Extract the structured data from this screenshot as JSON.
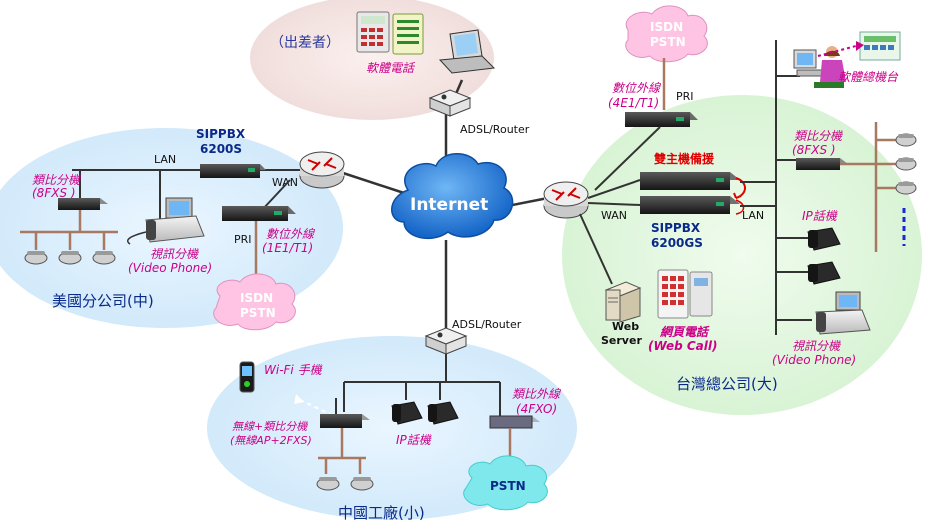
{
  "labels": {
    "traveler": "（出差者）",
    "softphone": "軟體電話",
    "adsl_top": "ADSL/Router",
    "adsl_bottom": "ADSL/Router",
    "internet": "Internet",
    "isdn_top_1": "ISDN",
    "isdn_top_2": "PSTN",
    "isdn_left_1": "ISDN",
    "isdn_left_2": "PSTN",
    "pstn_bottom": "PSTN",
    "pri_top_1": "數位外線",
    "pri_top_2": "(4E1/T1)",
    "pri_top_tag": "PRI",
    "pri_left_1": "數位外線",
    "pri_left_2": "(1E1/T1)",
    "pri_left_tag": "PRI",
    "softconsole": "軟體總機台",
    "analog_ext_right_1": "類比分機",
    "analog_ext_right_2": "(8FXS )",
    "ip_phone_right": "IP話機",
    "video_phone_right_1": "視訊分機",
    "video_phone_right_2": "(Video Phone)",
    "dual_host": "雙主機備援",
    "sippbx_right_1": "SIPPBX",
    "sippbx_right_2": "6200GS",
    "wan_right": "WAN",
    "lan_right": "LAN",
    "web_server_1": "Web",
    "web_server_2": "Server",
    "webcall_1": "網頁電話",
    "webcall_2": "(Web Call)",
    "taiwan": "台灣總公司(大)",
    "sippbx_left_1": "SIPPBX",
    "sippbx_left_2": "6200S",
    "lan_left": "LAN",
    "wan_left": "WAN",
    "pri_left_dev_tag": "PRI",
    "analog_ext_left_1": "類比分機",
    "analog_ext_left_2": "(8FXS )",
    "video_phone_left_1": "視訊分機",
    "video_phone_left_2": "(Video Phone)",
    "usa": "美國分公司(中)",
    "wifi_phone": "Wi-Fi 手機",
    "wireless_1": "無線+類比分機",
    "wireless_2": "(無線AP+2FXS)",
    "ip_phone_bottom": "IP話機",
    "fxo_1": "類比外線",
    "fxo_2": "(4FXO)",
    "china": "中國工廠(小)"
  },
  "colors": {
    "zone_fill_blue": "#dcefff",
    "zone_fill_green": "#e2f7df",
    "zone_fill_pink": "#f6e6e4",
    "cloud_pink": "#ffc4e3",
    "cloud_cyan": "#7fe8ec",
    "internet_blue": "#1f78d6",
    "magenta_text": "#cc0088",
    "navy_text": "#0a2a8a",
    "red_text": "#e00000",
    "line": "#333333",
    "pole": "#a87860"
  }
}
